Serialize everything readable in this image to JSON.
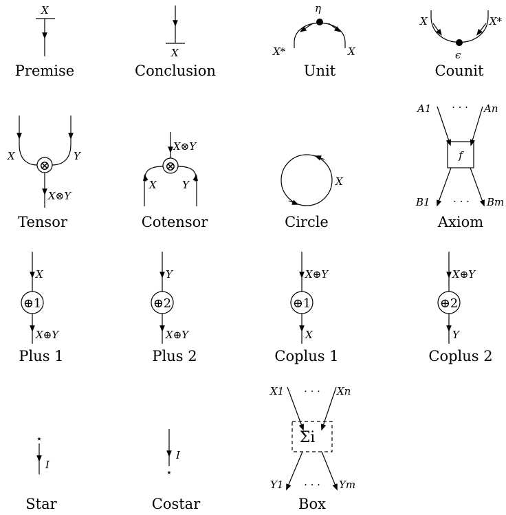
{
  "cells": {
    "premise": {
      "caption": "Premise",
      "label": "X"
    },
    "conclusion": {
      "caption": "Conclusion",
      "label": "X"
    },
    "unit": {
      "caption": "Unit",
      "node": "η",
      "left": "X*",
      "right": "X"
    },
    "counit": {
      "caption": "Counit",
      "node": "ϵ",
      "left": "X",
      "right": "X*"
    },
    "tensor": {
      "caption": "Tensor",
      "in_left": "X",
      "in_right": "Y",
      "node": "⊗",
      "out": "X⊗Y"
    },
    "cotensor": {
      "caption": "Cotensor",
      "in": "X⊗Y",
      "node": "⊗",
      "out_left": "X",
      "out_right": "Y"
    },
    "circle": {
      "caption": "Circle",
      "label": "X"
    },
    "axiom": {
      "caption": "Axiom",
      "in_left": "A1",
      "in_right": "An",
      "box": "f",
      "out_left": "B1",
      "out_right": "Bm",
      "dots": "· · ·"
    },
    "plus1": {
      "caption": "Plus 1",
      "in": "X",
      "node": "⊕1",
      "out": "X⊕Y"
    },
    "plus2": {
      "caption": "Plus 2",
      "in": "Y",
      "node": "⊕2",
      "out": "X⊕Y"
    },
    "coplus1": {
      "caption": "Coplus 1",
      "in": "X⊕Y",
      "node": "⊕1",
      "out": "X"
    },
    "coplus2": {
      "caption": "Coplus 2",
      "in": "X⊕Y",
      "node": "⊕2",
      "out": "Y"
    },
    "star": {
      "caption": "Star",
      "label": "I"
    },
    "costar": {
      "caption": "Costar",
      "label": "I"
    },
    "box": {
      "caption": "Box",
      "in_left": "X1",
      "in_right": "Xn",
      "box": "Σi",
      "out_left": "Y1",
      "out_right": "Ym",
      "dots": "· · ·"
    }
  }
}
